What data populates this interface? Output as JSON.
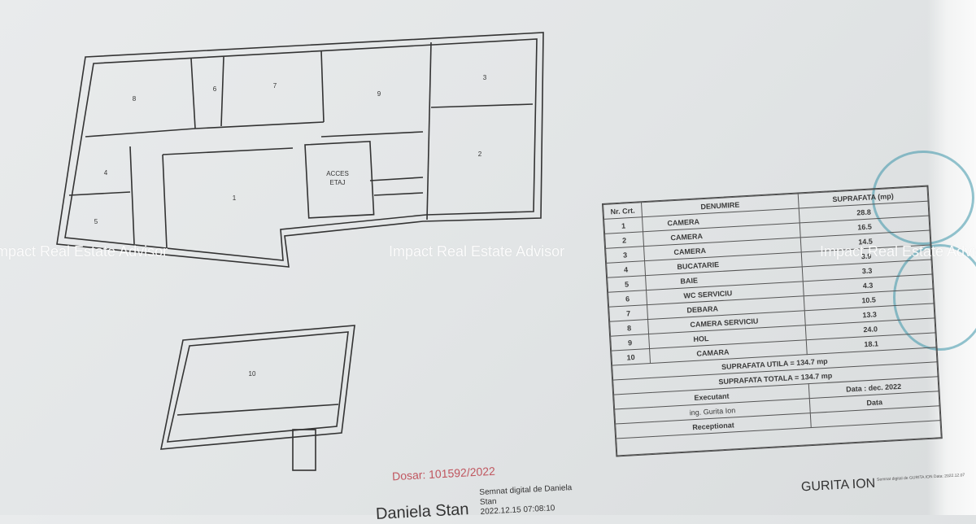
{
  "watermark": "Impact Real Estate Advisor",
  "plan": {
    "access_label_1": "ACCES",
    "access_label_2": "ETAJ",
    "room_numbers": [
      "1",
      "2",
      "3",
      "4",
      "5",
      "6",
      "7",
      "8",
      "9",
      "10"
    ]
  },
  "table": {
    "headers": {
      "nr": "Nr. Crt.",
      "name": "DENUMIRE",
      "area": "SUPRAFATA (mp)"
    },
    "rows": [
      {
        "nr": "1",
        "name": "CAMERA",
        "area": "28.8"
      },
      {
        "nr": "2",
        "name": "CAMERA",
        "area": "16.5"
      },
      {
        "nr": "3",
        "name": "CAMERA",
        "area": "14.5"
      },
      {
        "nr": "4",
        "name": "BUCATARIE",
        "area": "3.9"
      },
      {
        "nr": "5",
        "name": "BAIE",
        "area": "3.3"
      },
      {
        "nr": "6",
        "name": "WC SERVICIU",
        "area": "4.3"
      },
      {
        "nr": "7",
        "name": "DEBARA",
        "area": "10.5"
      },
      {
        "nr": "8",
        "name": "CAMERA SERVICIU",
        "area": "13.3"
      },
      {
        "nr": "9",
        "name": "HOL",
        "area": "24.0"
      },
      {
        "nr": "10",
        "name": "CAMARA",
        "area": "18.1"
      }
    ],
    "suprafata_utila": "SUPRAFATA UTILA = 134.7 mp",
    "suprafata_totala": "SUPRAFATA TOTALA = 134.7 mp",
    "data_label": "Data : dec. 2022",
    "executant": "Executant",
    "engineer": "ing. Gurita Ion",
    "data": "Data",
    "receptionat": "Receptionat"
  },
  "footer": {
    "dosar": "Dosar: 101592/2022",
    "semnat_line1": "Semnat digital de Daniela",
    "semnat_line2": "Stan",
    "semnat_date": "2022.12.15 07:08:10",
    "signer_name": "Daniela Stan",
    "gurita": "GURITA ION",
    "gurita_small": "Semnat digital de GURITA ION Data: 2022.12.07"
  }
}
